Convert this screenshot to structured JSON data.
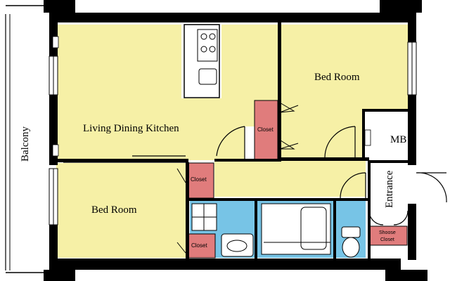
{
  "rooms": {
    "ldk": "Living Dining Kitchen",
    "bedroom_ne": "Bed Room",
    "bedroom_sw": "Bed Room",
    "balcony": "Balcony",
    "entrance": "Entrance",
    "mb": "MB"
  },
  "closets": {
    "center": "Closet",
    "bedroom_upper": "Closet",
    "bedroom_lower": "Closet",
    "shoes_line1": "Shoose",
    "shoes_line2": "Closet"
  },
  "colors": {
    "wall": "#000000",
    "room_floor": "#f6f0a6",
    "wet_area": "#77c4e6",
    "closet": "#e07c7c",
    "exterior": "#ffffff"
  }
}
